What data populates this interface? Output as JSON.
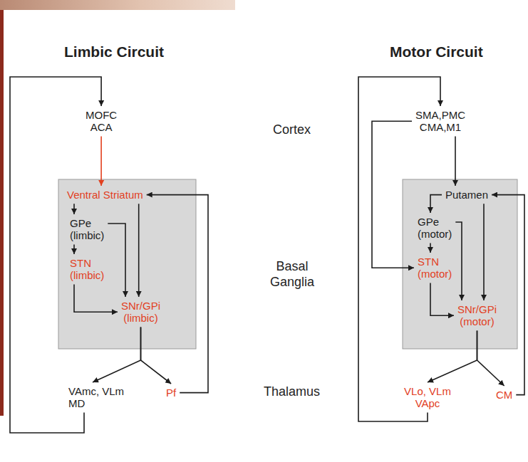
{
  "diagram": {
    "nodes": [
      {
        "text": [
          "MOFC ACA"
        ]
      },
      {
        "text": [
          "Ventral Striatum"
        ]
      },
      {
        "text": [
          "GPe (limbic)"
        ]
      },
      {
        "text": [
          "STN (limbic)"
        ]
      },
      {
        "text": [
          "SNr/GPi (limbic)"
        ]
      },
      {
        "text": [
          "VAmc, VLm MD"
        ]
      },
      {
        "text": [
          "Pf"
        ]
      },
      {
        "text": [
          "SMA,PMC CMA,M1"
        ]
      },
      {
        "text": [
          "Putamen"
        ]
      },
      {
        "text": [
          "GPe (motor)"
        ]
      },
      {
        "text": [
          "STN (motor)"
        ]
      },
      {
        "text": [
          "SNr/GPi (motor)"
        ]
      },
      {
        "text": [
          "VLo, VLm VApc"
        ]
      },
      {
        "text": [
          "CM"
        ]
      }
    ],
    "edges": [
      {
        "from": 0,
        "to": 1,
        "arrow": "to"
      },
      {
        "from": 1,
        "to": 2,
        "arrow": "to"
      },
      {
        "from": 2,
        "to": 3,
        "arrow": "to"
      },
      {
        "from": 3,
        "to": 4,
        "arrow": "to"
      },
      {
        "from": 2,
        "to": 4,
        "arrow": "to"
      },
      {
        "from": 1,
        "to": 4,
        "arrow": "to"
      },
      {
        "from": 4,
        "to": 5,
        "arrow": "to"
      },
      {
        "from": 4,
        "to": 6,
        "arrow": "to"
      },
      {
        "from": 6,
        "to": 1,
        "arrow": "to"
      },
      {
        "from": 5,
        "to": 0,
        "arrow": "to"
      },
      {
        "from": 7,
        "to": 8,
        "arrow": "to"
      },
      {
        "from": 8,
        "to": 9,
        "arrow": "to"
      },
      {
        "from": 9,
        "to": 10,
        "arrow": "to"
      },
      {
        "from": 10,
        "to": 11,
        "arrow": "to"
      },
      {
        "from": 9,
        "to": 11,
        "arrow": "to"
      },
      {
        "from": 8,
        "to": 11,
        "arrow": "to"
      },
      {
        "from": 7,
        "to": 10,
        "arrow": "to"
      },
      {
        "from": 11,
        "to": 12,
        "arrow": "to"
      },
      {
        "from": 11,
        "to": 13,
        "arrow": "to"
      },
      {
        "from": 13,
        "to": 8,
        "arrow": "to"
      },
      {
        "from": 12,
        "to": 7,
        "arrow": "to"
      }
    ],
    "labels": [
      "Limbic Circuit",
      "Motor Circuit",
      "Cortex",
      "Basal Ganglia",
      "Thalamus"
    ]
  }
}
